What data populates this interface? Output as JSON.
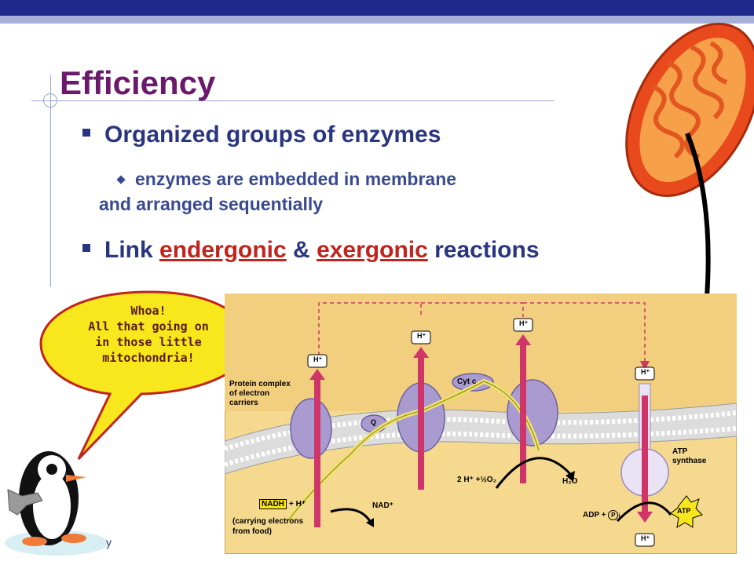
{
  "slide": {
    "title": "Efficiency",
    "bullets": [
      {
        "text": "Organized groups of enzymes"
      },
      {
        "text_parts": [
          "Link ",
          "endergonic",
          " & ",
          "exergonic",
          " reactions"
        ]
      }
    ],
    "sub_bullet": {
      "line1": "enzymes are embedded in membrane",
      "line2": "and arranged sequentially"
    },
    "bubble": {
      "line1": "Whoa!",
      "line2": "All that going on",
      "line3": "in those little",
      "line4": "mitochondria!"
    },
    "page_fragment": "y"
  },
  "diagram": {
    "proton_label": "H⁺",
    "protein_label_1": "Protein complex",
    "protein_label_2": "of electron",
    "protein_label_3": "carriers",
    "q_label": "Q",
    "cyt_label": "Cyt c",
    "nadh": "NADH",
    "nadh_plus": "+ H⁺",
    "nad": "NAD⁺",
    "carry_1": "(carrying electrons",
    "carry_2": "from food)",
    "oxygen_left": "2 H⁺ +½O₂",
    "water": "H₂O",
    "atp_synthase_1": "ATP",
    "atp_synthase_2": "synthase",
    "adp": "ADP +",
    "pi": "P",
    "pi_sub": "i",
    "atp": "ATP"
  },
  "colors": {
    "title": "#6b1a6b",
    "bullet": "#2a3580",
    "highlight": "#c0241c",
    "diagram_bg": "#f5d98f",
    "protein": "#a99bd0",
    "proton_arrow": "#d0356a"
  },
  "icons": [
    "mitochondrion-icon",
    "penguin-icon",
    "speech-bubble-icon"
  ]
}
